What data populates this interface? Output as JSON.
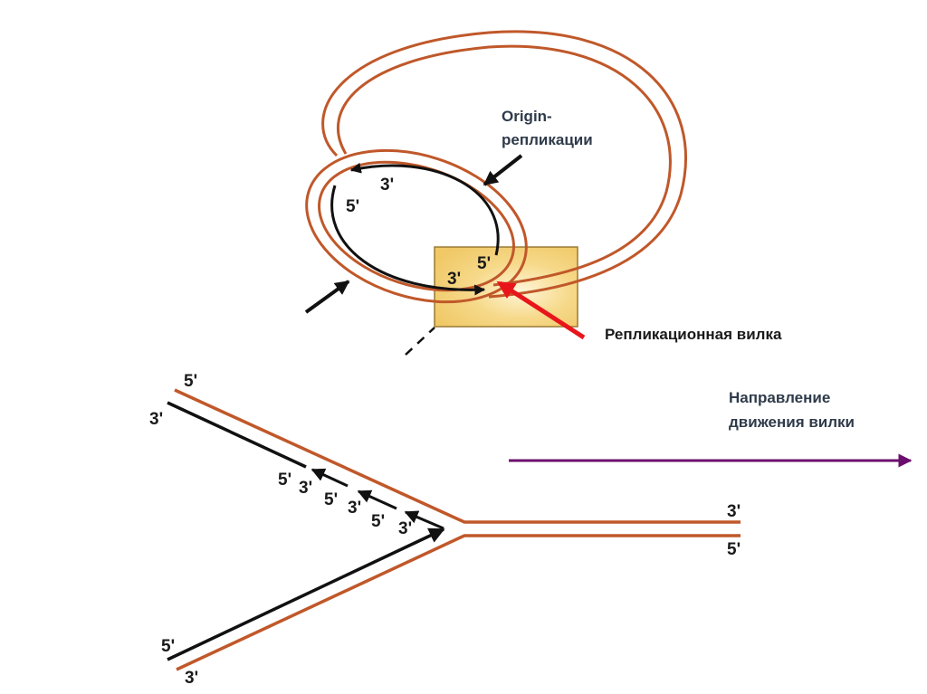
{
  "colors": {
    "strand": "#c0582a",
    "new_strand": "#111111",
    "box_fill": "#f2cd72",
    "box_border": "#9a7a33",
    "pointer": "#e8161b",
    "direction_arrow": "#6b0f6e"
  },
  "top_diagram": {
    "origin_label_line1": "Origin-",
    "origin_label_line2": "репликации",
    "fork_label": "Репликационная вилка",
    "bubble_labels": {
      "upper_3": "3'",
      "left_5": "5'",
      "box_5": "5'",
      "box_3": "3'"
    }
  },
  "bottom_diagram": {
    "direction_label_line1": "Направление",
    "direction_label_line2": "движения вилки",
    "upper_arm_5": "5'",
    "upper_arm_3": "3'",
    "okazaki_labels": [
      "5'",
      "3'",
      "5'",
      "3'",
      "5'",
      "3'"
    ],
    "right_3": "3'",
    "right_5": "5'",
    "lower_arm_5": "5'",
    "lower_arm_3": "3'"
  }
}
